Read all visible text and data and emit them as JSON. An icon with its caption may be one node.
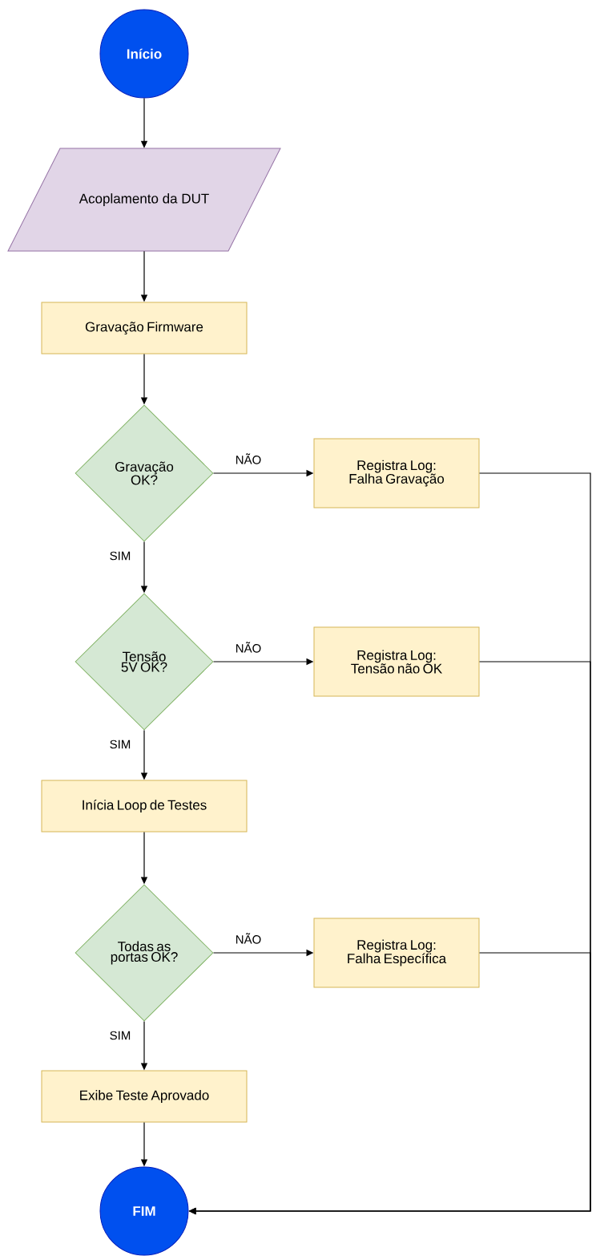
{
  "diagram": {
    "nodes": [
      {
        "text": [
          "Início"
        ]
      },
      {
        "text": [
          "Acoplamento da DUT"
        ]
      },
      {
        "text": [
          "Gravação Firmware"
        ]
      },
      {
        "text": [
          "Gravação OK?"
        ]
      },
      {
        "text": [
          "Registra Log: Falha Gravação"
        ]
      },
      {
        "text": [
          "Tensão 5V OK?"
        ]
      },
      {
        "text": [
          "Registra Log: Tensão não OK"
        ]
      },
      {
        "text": [
          "Inícia Loop de Testes"
        ]
      },
      {
        "text": [
          "Todas as portas OK?"
        ]
      },
      {
        "text": [
          "Registra Log: Falha Específica"
        ]
      },
      {
        "text": [
          "Exibe Teste Aprovado"
        ]
      },
      {
        "text": [
          "FIM"
        ]
      }
    ],
    "edges": [
      {
        "from": 0,
        "to": 1,
        "arrow": "to"
      },
      {
        "from": 1,
        "to": 2,
        "arrow": "to"
      },
      {
        "from": 2,
        "to": 3,
        "arrow": "to"
      },
      {
        "from": 3,
        "to": 4,
        "arrow": "to",
        "label": "NÃO"
      },
      {
        "from": 3,
        "to": 5,
        "arrow": "to",
        "label": "SIM"
      },
      {
        "from": 5,
        "to": 6,
        "arrow": "to",
        "label": "NÃO"
      },
      {
        "from": 5,
        "to": 7,
        "arrow": "to",
        "label": "SIM"
      },
      {
        "from": 7,
        "to": 8,
        "arrow": "to"
      },
      {
        "from": 8,
        "to": 9,
        "arrow": "to",
        "label": "NÃO"
      },
      {
        "from": 8,
        "to": 10,
        "arrow": "to",
        "label": "SIM"
      },
      {
        "from": 10,
        "to": 11,
        "arrow": "to"
      },
      {
        "from": 4,
        "to": 11,
        "arrow": "to"
      },
      {
        "from": 6,
        "to": 11,
        "arrow": "to"
      },
      {
        "from": 9,
        "to": 11,
        "arrow": "to"
      }
    ]
  }
}
